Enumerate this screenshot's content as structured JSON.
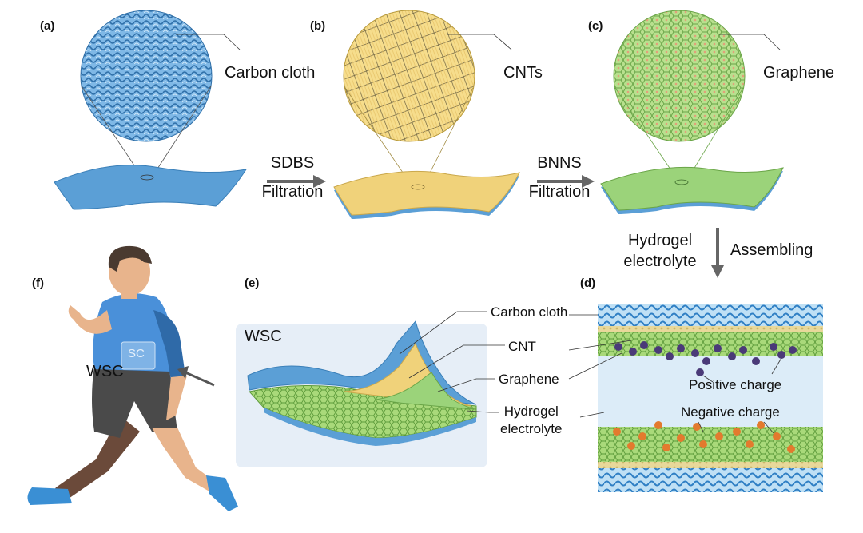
{
  "panels": {
    "a": "(a)",
    "b": "(b)",
    "c": "(c)",
    "d": "(d)",
    "e": "(e)",
    "f": "(f)"
  },
  "layers": {
    "carbon_cloth": "Carbon cloth",
    "cnts": "CNTs",
    "graphene": "Graphene"
  },
  "steps": {
    "step1_top": "SDBS",
    "step1_bottom": "Filtration",
    "step2_top": "BNNS",
    "step2_bottom": "Filtration",
    "step3_left_line1": "Hydrogel",
    "step3_left_line2": "electrolyte",
    "step3_right": "Assembling"
  },
  "panel_e": {
    "title": "WSC",
    "carbon_cloth": "Carbon cloth",
    "cnt": "CNT",
    "graphene": "Graphene",
    "hydrogel_line1": "Hydrogel",
    "hydrogel_line2": "electrolyte"
  },
  "panel_d": {
    "positive": "Positive charge",
    "negative": "Negative charge"
  },
  "panel_f": {
    "wsc": "WSC",
    "shirt": "SC"
  },
  "colors": {
    "cloth_blue": "#5b9fd6",
    "cnt_yellow": "#f0d27a",
    "graphene_green": "#9bd37a",
    "positive_ion": "#4a3a78",
    "negative_ion": "#e37a2e",
    "panel_bg": "#e6eef7",
    "electrolyte": "#dcecf8"
  }
}
